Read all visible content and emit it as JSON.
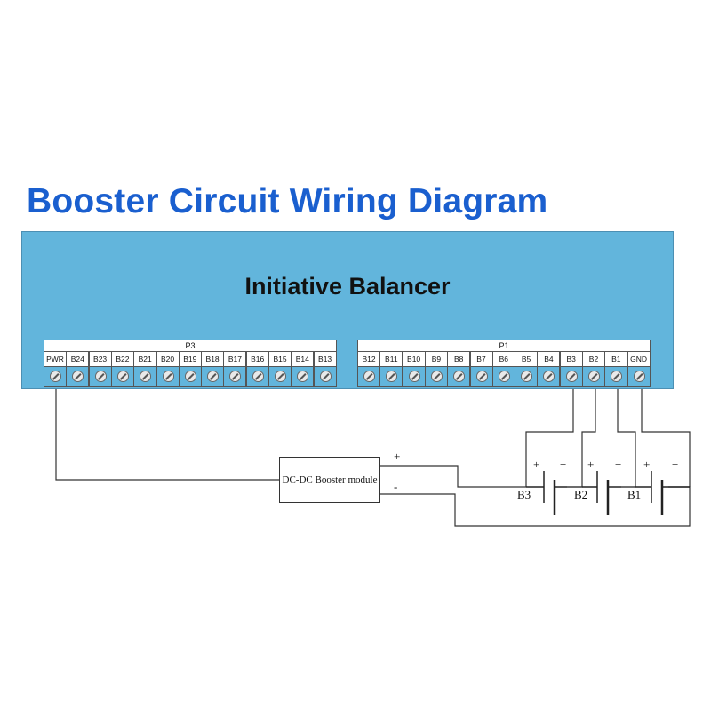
{
  "title": "Booster Circuit Wiring Diagram",
  "board": {
    "label": "Initiative Balancer",
    "p3": {
      "header": "P3",
      "terminals": [
        "PWR",
        "B24",
        "B23",
        "B22",
        "B21",
        "B20",
        "B19",
        "B18",
        "B17",
        "B16",
        "B15",
        "B14",
        "B13"
      ]
    },
    "p1": {
      "header": "P1",
      "terminals": [
        "B12",
        "B11",
        "B10",
        "B9",
        "B8",
        "B7",
        "B6",
        "B5",
        "B4",
        "B3",
        "B2",
        "B1",
        "GND"
      ]
    }
  },
  "module": {
    "label": "DC-DC Booster module",
    "plus": "+",
    "minus": "-"
  },
  "batteries": [
    {
      "label": "B3",
      "plus": "+",
      "minus": "−"
    },
    {
      "label": "B2",
      "plus": "+",
      "minus": "−"
    },
    {
      "label": "B1",
      "plus": "+",
      "minus": "−"
    }
  ],
  "colors": {
    "title": "#1a5fcf",
    "board": "#62b5dc"
  }
}
